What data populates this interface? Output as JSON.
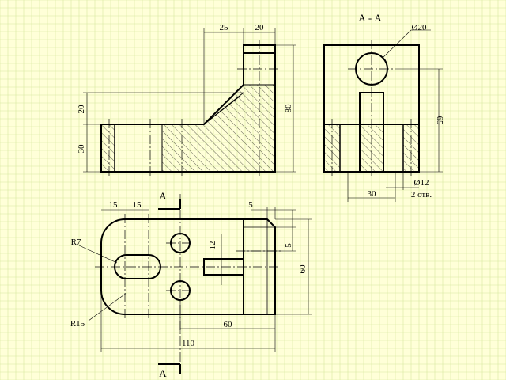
{
  "drawing": {
    "section_title": "А - А",
    "cut_letter_top": "А",
    "cut_letter_bottom": "А",
    "front_view": {
      "dim_25": "25",
      "dim_20_top": "20",
      "dim_20_left": "20",
      "dim_30": "30",
      "dim_80": "80"
    },
    "section_view": {
      "dim_dia20": "Ø20",
      "dim_65": "65",
      "dim_dia12": "Ø12",
      "dim_30": "30",
      "dim_holes": "2 отв."
    },
    "top_view": {
      "dim_15a": "15",
      "dim_15b": "15",
      "dim_5a": "5",
      "dim_5b": "5",
      "dim_12": "12",
      "dim_60v": "60",
      "dim_60h": "60",
      "dim_110": "110",
      "dim_r7": "R7",
      "dim_r15": "R15"
    }
  },
  "colors": {
    "background": "#ffffd8",
    "grid": "#d8e8a0",
    "line": "#000000"
  }
}
